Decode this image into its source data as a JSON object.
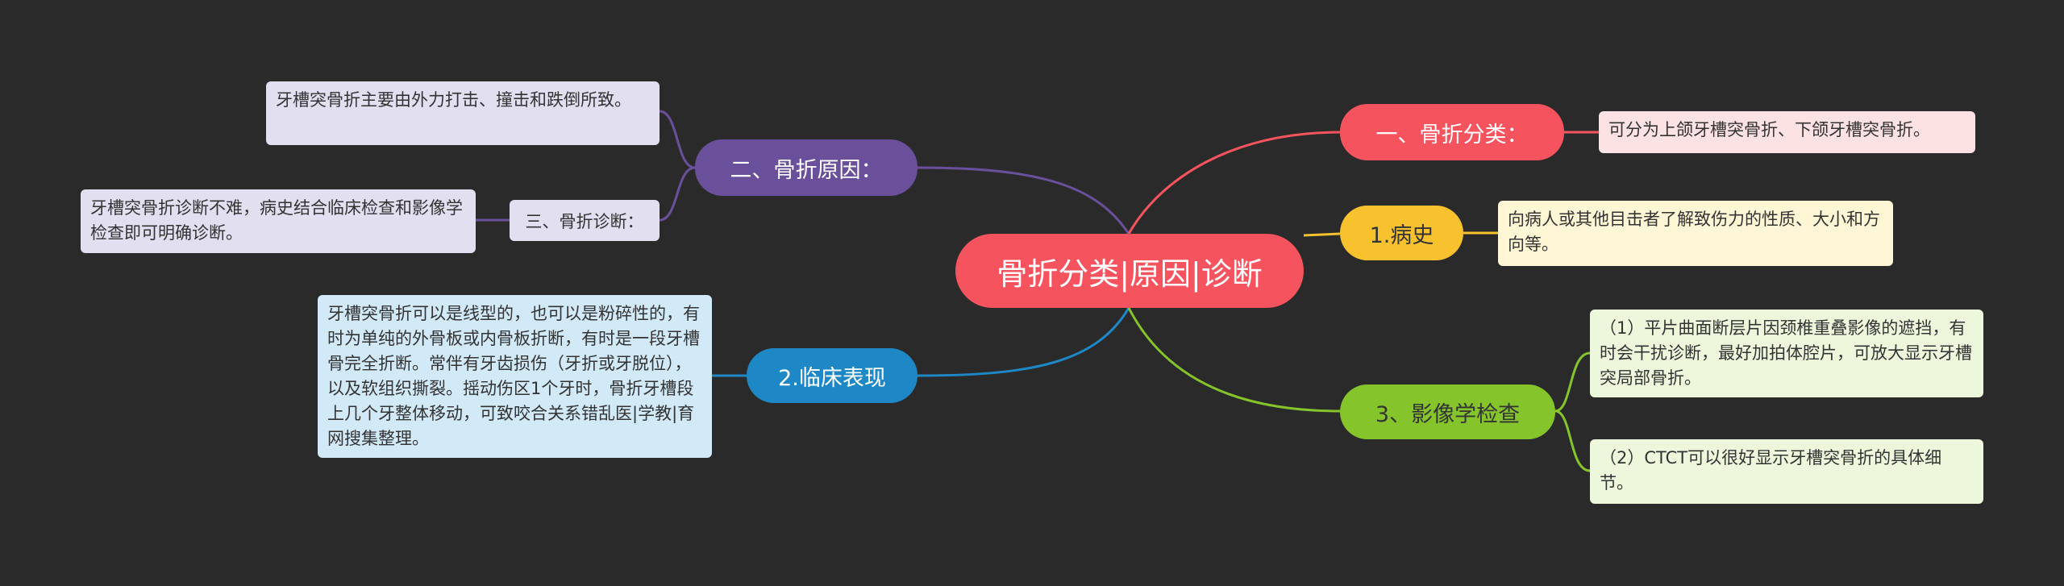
{
  "root": {
    "label": "骨折分类|原因|诊断",
    "color": "#f5545e"
  },
  "branches": [
    {
      "id": "cause",
      "label": "二、骨折原因：",
      "color": "#6a509b",
      "side": "left"
    },
    {
      "id": "clinical",
      "label": "2.临床表现",
      "color": "#1e88c6",
      "side": "left"
    },
    {
      "id": "classification",
      "label": "一、骨折分类：",
      "color": "#f5545e",
      "side": "right"
    },
    {
      "id": "history",
      "label": "1.病史",
      "color": "#f7c22e",
      "side": "right"
    },
    {
      "id": "imaging",
      "label": "3、影像学检查",
      "color": "#86c42c",
      "side": "right"
    }
  ],
  "sub_branches": [
    {
      "id": "diagnosis",
      "parent": "cause",
      "label": "三、骨折诊断："
    }
  ],
  "leaves": {
    "cause_text": "牙槽突骨折主要由外力打击、撞击和跌倒所致。",
    "diagnosis_text": "牙槽突骨折诊断不难，病史结合临床检查和影像学检查即可明确诊断。",
    "clinical_text": "牙槽突骨折可以是线型的，也可以是粉碎性的，有时为单纯的外骨板或内骨板折断，有时是一段牙槽骨完全折断。常伴有牙齿损伤（牙折或牙脱位），以及软组织撕裂。摇动伤区1个牙时，骨折牙槽段上几个牙整体移动，可致咬合关系错乱医|学教|育网搜集整理。",
    "classification_text": "可分为上颌牙槽突骨折、下颌牙槽突骨折。",
    "history_text": "向病人或其他目击者了解致伤力的性质、大小和方向等。",
    "imaging_text_1": "（1）平片曲面断层片因颈椎重叠影像的遮挡，有时会干扰诊断，最好加拍体腔片，可放大显示牙槽突局部骨折。",
    "imaging_text_2": "（2）CTCT可以很好显示牙槽突骨折的具体细节。"
  },
  "colors": {
    "background": "#2a2a2a",
    "leaf_purple_bg": "#e1dff0",
    "leaf_blue_bg": "#d2e9f7",
    "leaf_red_bg": "#fde2e4",
    "leaf_yellow_bg": "#fff6d6",
    "leaf_green_bg": "#edf7dc"
  }
}
